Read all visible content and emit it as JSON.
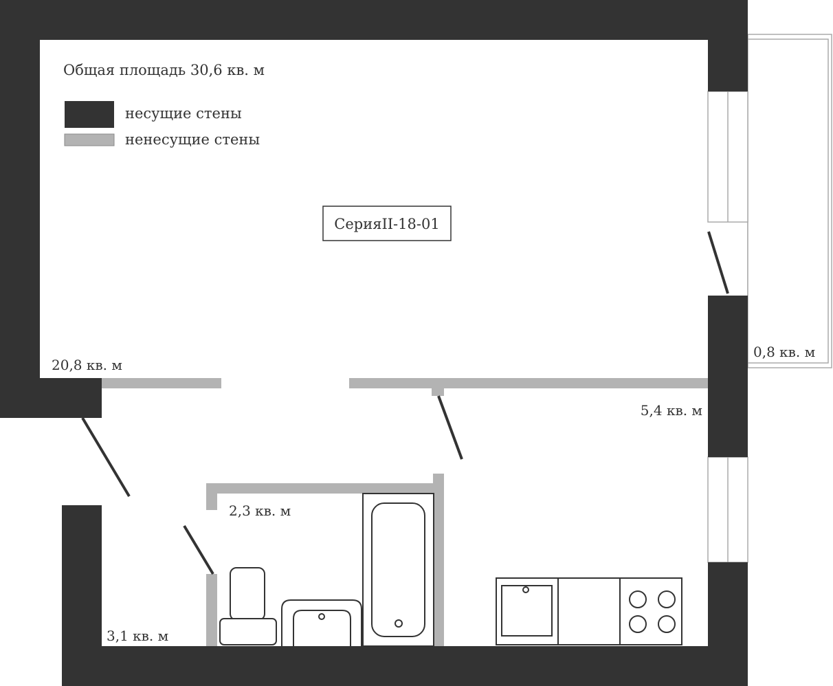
{
  "plan": {
    "total_area": "Общая площадь 30,6 кв. м",
    "series": "СерияII-18-01",
    "legend": {
      "bearing_walls": "несущие стены",
      "non_bearing_walls": "ненесущие стены"
    },
    "rooms": {
      "living_room": "20,8 кв. м",
      "kitchen": "5,4 кв. м",
      "bathroom": "2,3 кв. м",
      "hallway": "3,1 кв. м",
      "balcony": "0,8 кв. м"
    },
    "colors": {
      "bearing": "#333333",
      "non_bearing": "#b3b3b3"
    }
  }
}
